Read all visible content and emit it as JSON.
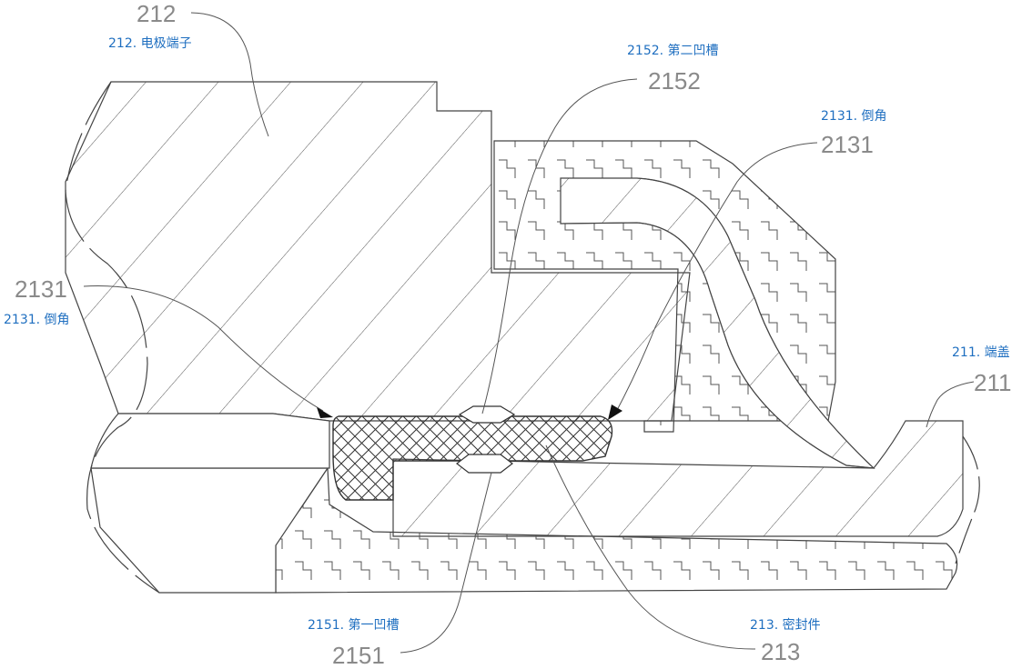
{
  "labels": {
    "t212": {
      "ref": "212",
      "caption": "212. 电极端子"
    },
    "t2152": {
      "ref": "2152",
      "caption": "2152. 第二凹槽"
    },
    "t2131a": {
      "ref": "2131",
      "caption": "2131. 倒角"
    },
    "t2131b": {
      "ref": "2131",
      "caption": "2131. 倒角"
    },
    "t211": {
      "ref": "211",
      "caption": "211. 端盖"
    },
    "t2151": {
      "ref": "2151",
      "caption": "2151. 第一凹槽"
    },
    "t213": {
      "ref": "213",
      "caption": "213. 密封件"
    }
  }
}
